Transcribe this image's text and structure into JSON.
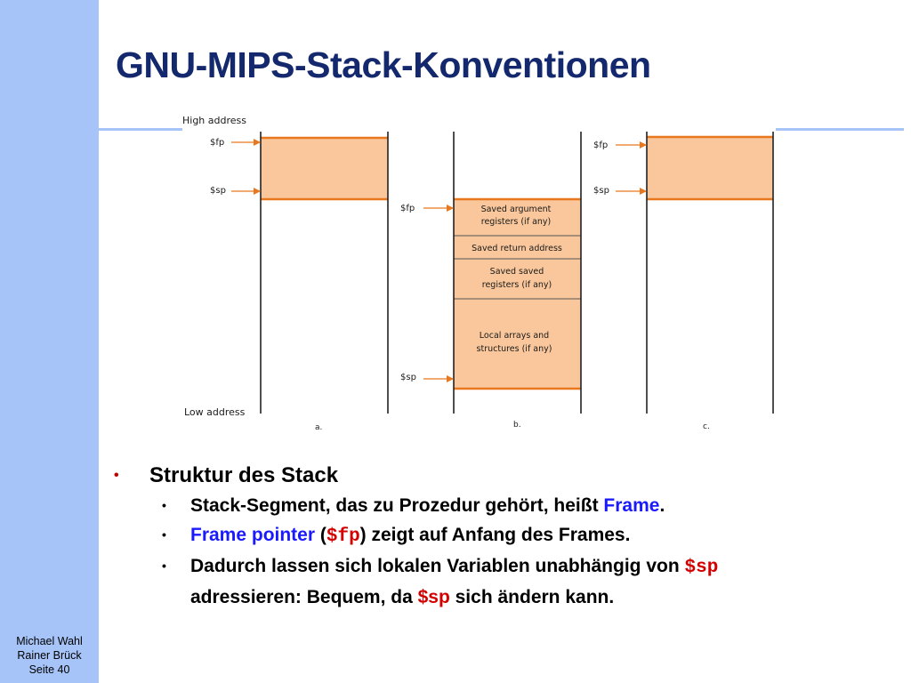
{
  "slide": {
    "title": "GNU-MIPS-Stack-Konventionen",
    "footer": {
      "line1": "Michael Wahl",
      "line2": "Rainer Brück",
      "line3": "Seite 40"
    }
  },
  "diagram": {
    "high_address": "High address",
    "low_address": "Low address",
    "panels": {
      "a": {
        "caption": "a.",
        "fp": "$fp",
        "sp": "$sp"
      },
      "b": {
        "caption": "b.",
        "fp": "$fp",
        "sp": "$sp",
        "blocks": {
          "args_1": "Saved argument",
          "args_2": "registers (if any)",
          "ra": "Saved return address",
          "saved_1": "Saved saved",
          "saved_2": "registers (if any)",
          "local_1": "Local arrays and",
          "local_2": "structures (if any)"
        }
      },
      "c": {
        "caption": "c.",
        "fp": "$fp",
        "sp": "$sp"
      }
    },
    "colors": {
      "fill": "#f9c79b",
      "line": "#e8771e",
      "text": "#1a1a1a"
    }
  },
  "bullets": {
    "main": "Struktur des Stack",
    "b1_text": "Stack-Segment, das zu  Prozedur gehört, heißt ",
    "b1_highlight": "Frame",
    "b1_end": ".",
    "b2_highlight": "Frame pointer",
    "b2_open": " (",
    "b2_code": "$fp",
    "b2_rest": ") zeigt auf  Anfang des Frames.",
    "b3_text": "Dadurch lassen sich lokalen Variablen unabhängig von ",
    "b3_code": "$sp",
    "b3_line2": "adressieren: Bequem, da ",
    "b3_sp": "$sp",
    "b3_end": " sich ändern kann."
  },
  "bullet_marker": "•"
}
